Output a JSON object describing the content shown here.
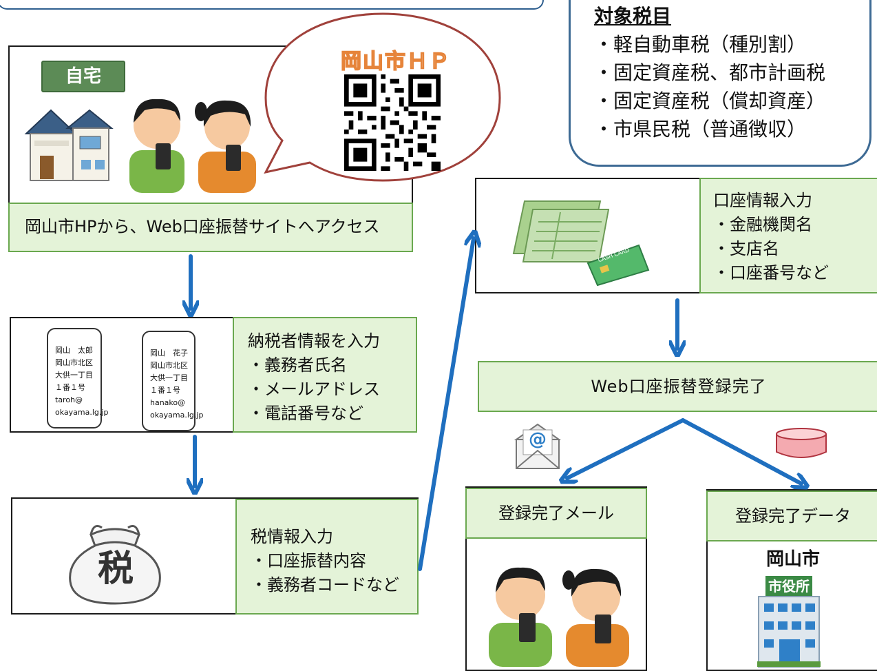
{
  "subjects": {
    "title": "対象税目",
    "items": [
      "・軽自動車税（種別割）",
      "・固定資産税、都市計画税",
      "・固定資産税（償却資産）",
      "・市県民税（普通徴収）"
    ]
  },
  "home": {
    "label": "自宅",
    "bubble_title": "岡山市ＨＰ",
    "access_text": "岡山市HPから、Web口座振替サイトへアクセス"
  },
  "taxpayer": {
    "cards": [
      {
        "lines": [
          "岡山　太郎",
          "岡山市北区",
          "大供一丁目",
          "１番１号",
          "taroh@",
          "okayama.lg.jp"
        ]
      },
      {
        "lines": [
          "岡山　花子",
          "岡山市北区",
          "大供一丁目",
          "１番１号",
          "hanako@",
          "okayama.lg.jp"
        ]
      }
    ],
    "lines": [
      "納税者情報を入力",
      "・義務者氏名",
      "・メールアドレス",
      "・電話番号など"
    ]
  },
  "taxinfo": {
    "bag_text": "税",
    "lines": [
      "税情報入力",
      "・口座振替内容",
      "・義務者コードなど"
    ]
  },
  "account": {
    "card_text": "CASH CARD",
    "lines": [
      "口座情報入力",
      "・金融機関名",
      "・支店名",
      "・口座番号など"
    ]
  },
  "complete": {
    "text": "Web口座振替登録完了"
  },
  "mail": {
    "label": "登録完了メール",
    "at": "@"
  },
  "data": {
    "label": "登録完了データ",
    "city": "岡山市",
    "sign": "市役所"
  },
  "colors": {
    "arrow": "#1f6fbf",
    "green_fill": "#e4f3d8",
    "green_border": "#6aa84f",
    "subject_border": "#3d6a94",
    "bubble_border": "#a0413b"
  }
}
